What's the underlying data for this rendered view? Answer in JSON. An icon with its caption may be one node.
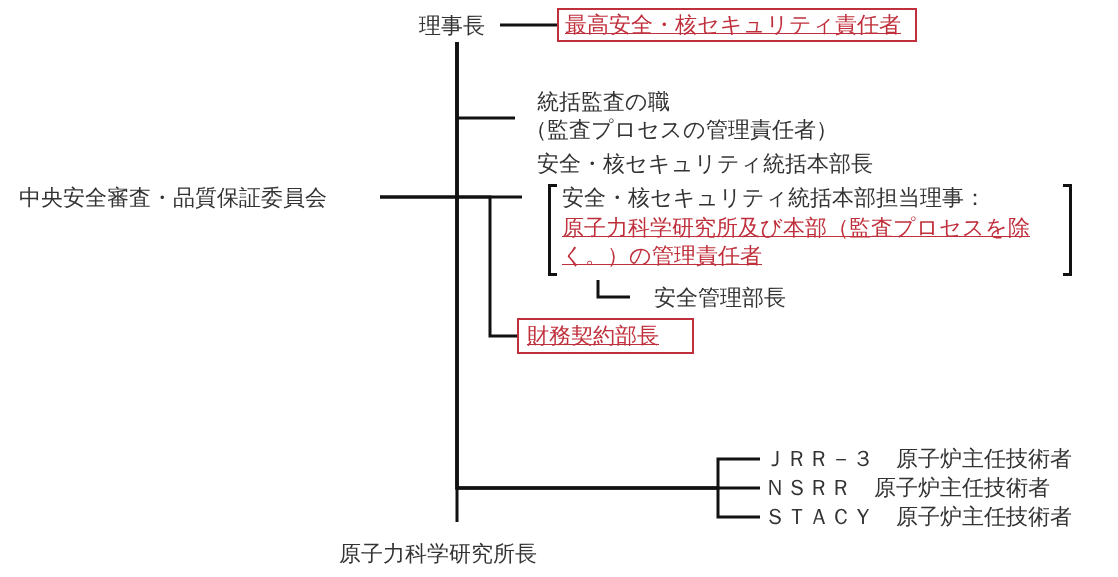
{
  "diagram": {
    "nodes": [
      {
        "text": [
          "理事長"
        ]
      },
      {
        "text": [
          "最高安全・核セキュリティ責任者"
        ]
      },
      {
        "text": [
          "統括監査の職",
          "（監査プロセスの管理責任者）"
        ]
      },
      {
        "text": [
          "中央安全審査・品質保証委員会"
        ]
      },
      {
        "text": [
          "安全・核セキュリティ統括本部長",
          "安全・核セキュリティ統括本部担当理事：",
          "原子力科学研究所及び本部（監査プロセスを除く。）の管理責任者"
        ]
      },
      {
        "text": [
          "安全管理部長"
        ]
      },
      {
        "text": [
          "財務契約部長"
        ]
      },
      {
        "text": [
          "ＪＲＲ－３　原子炉主任技術者"
        ]
      },
      {
        "text": [
          "ＮＳＲＲ　原子炉主任技術者"
        ]
      },
      {
        "text": [
          "ＳＴＡＣＹ　原子炉主任技術者"
        ]
      },
      {
        "text": [
          "原子力科学研究所長"
        ]
      }
    ],
    "edges": [
      {
        "from": 0,
        "to": 1,
        "arrow": "none"
      },
      {
        "from": 0,
        "to": 2,
        "arrow": "none"
      },
      {
        "from": 3,
        "to": 4,
        "arrow": "none"
      },
      {
        "from": 3,
        "to": 6,
        "arrow": "none"
      },
      {
        "from": 4,
        "to": 5,
        "arrow": "none"
      },
      {
        "from": 0,
        "to": 7,
        "arrow": "none"
      },
      {
        "from": 0,
        "to": 8,
        "arrow": "none"
      },
      {
        "from": 0,
        "to": 9,
        "arrow": "none"
      },
      {
        "from": 0,
        "to": 10,
        "arrow": "none"
      }
    ]
  }
}
